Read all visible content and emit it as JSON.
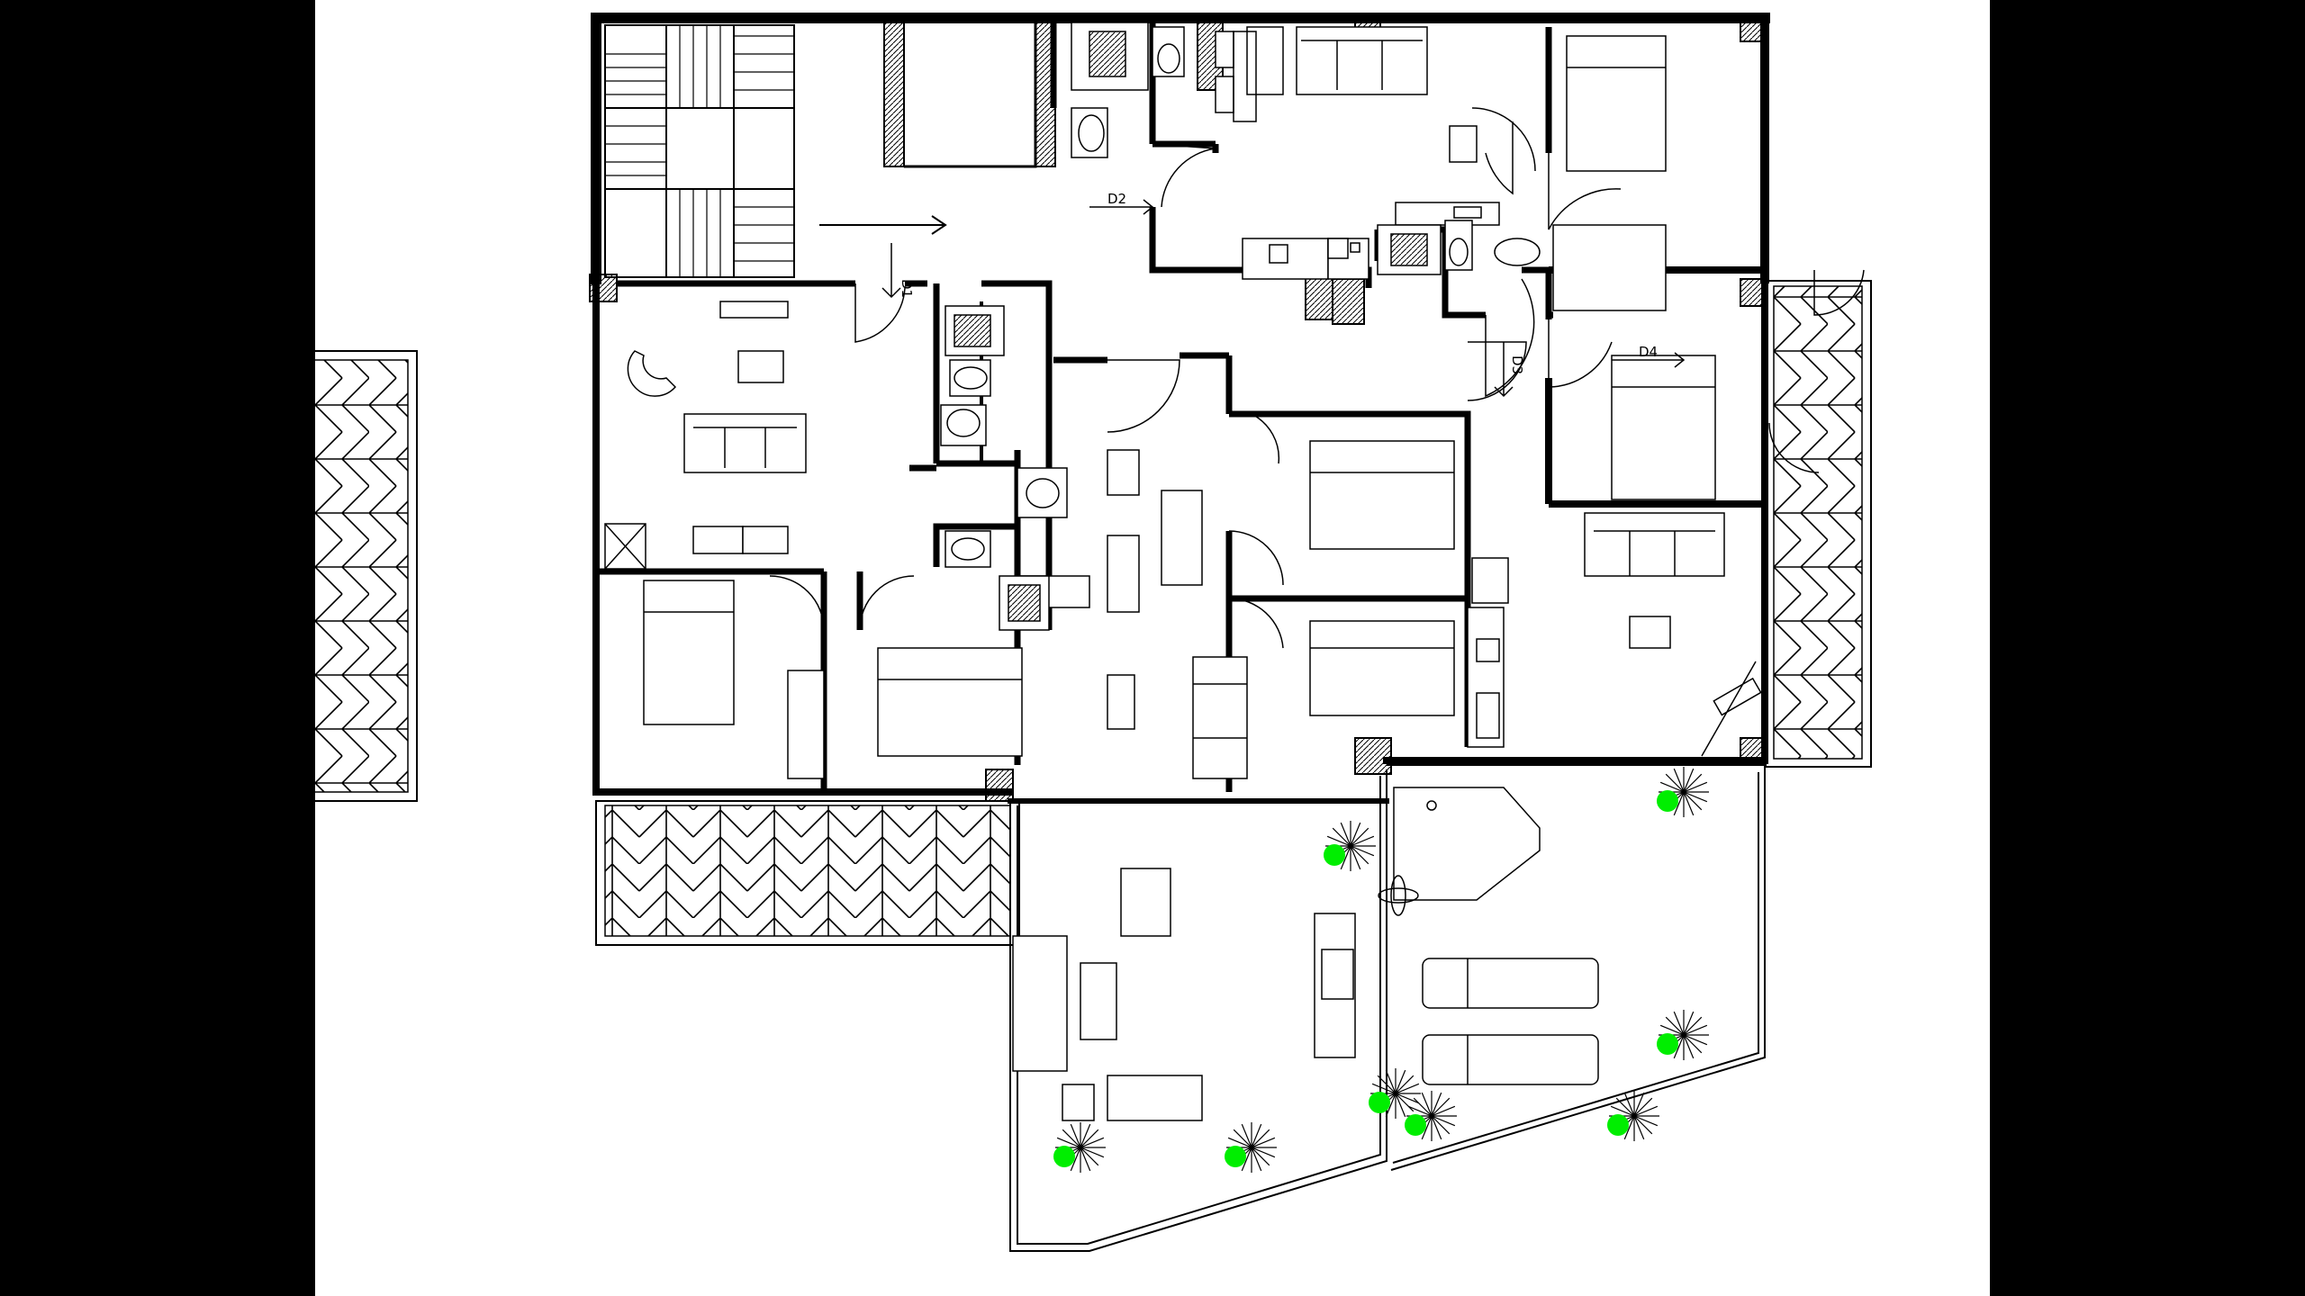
{
  "viewer": {
    "background": "#000000",
    "sheet_background": "#ffffff"
  },
  "drawing": {
    "line_color": "#000000",
    "plant_color": "#00ee00",
    "door_labels": [
      "D1",
      "D2",
      "D3",
      "D4"
    ]
  }
}
